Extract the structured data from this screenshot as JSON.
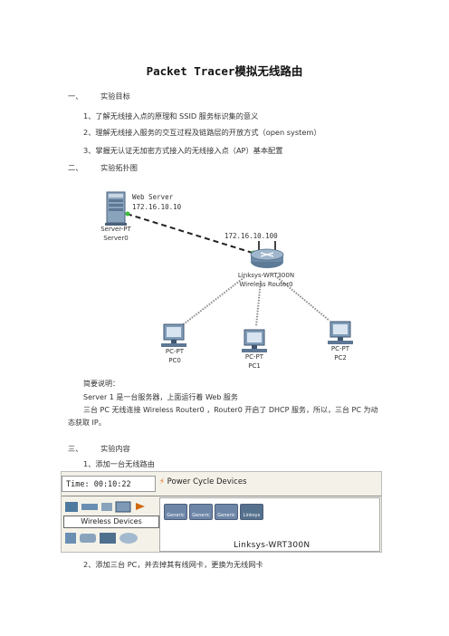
{
  "title": "Packet Tracer模拟无线路由",
  "sections": [
    {
      "num": "一、",
      "label": "实验目标"
    },
    {
      "num": "二、",
      "label": "实验拓扑图"
    },
    {
      "num": "三、",
      "label": "实验内容"
    }
  ],
  "objectives": [
    "1、了解无线接入点的原理和 SSID 服务标识集的意义",
    "2、理解无线接入服务的交互过程及链路层的开放方式（open system）",
    "3、掌握无认证无加密方式接入的无线接入点（AP）基本配置"
  ],
  "topology": {
    "server_type": "Server-PT",
    "server_name": "Server0",
    "server_role": "Web Server",
    "server_ip": "172.16.10.10",
    "router_ip": "172.16.10.100",
    "router_type": "Linksys-WRT300N",
    "router_name": "Wireless Router0",
    "pcs": [
      {
        "type": "PC-PT",
        "name": "PC0"
      },
      {
        "type": "PC-PT",
        "name": "PC1"
      },
      {
        "type": "PC-PT",
        "name": "PC2"
      }
    ]
  },
  "notes": {
    "heading": "简要说明：",
    "line1": "Server 1 是一台服务器，上面运行着 Web 服务",
    "line2": "三台 PC 无线连接 Wireless Router0 ，Router0 开启了 DHCP 服务，所以，三台 PC 为动",
    "line3": "态获取 IP。"
  },
  "steps": [
    "1、添加一台无线路由",
    "2、添加三台 PC，并去掉其有线网卡，更换为无线网卡"
  ],
  "pt_toolbar": {
    "time": "Time: 00:10:22",
    "power": "Power Cycle Devices",
    "category": "Wireless Devices",
    "device_labels": [
      "Generic",
      "Generic",
      "Generic",
      "Linksys"
    ],
    "selected_device": "Linksys-WRT300N"
  },
  "colors": {
    "link_dashed": "#222222",
    "port_green": "#3dbb3d",
    "router_body": "#6d8aa6",
    "monitor_body": "#7f9cb8"
  }
}
